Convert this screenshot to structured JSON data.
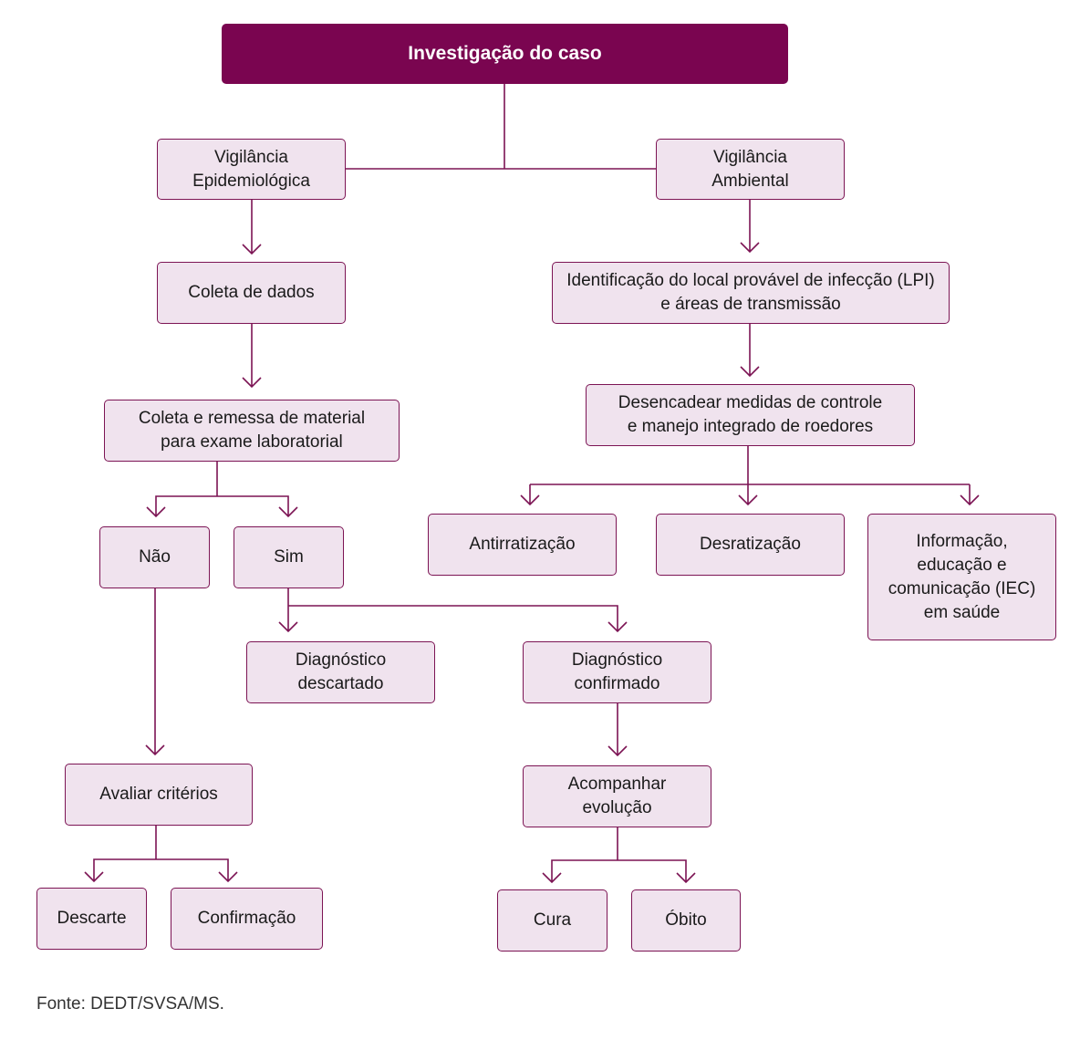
{
  "colors": {
    "root_fill": "#7a0550",
    "node_fill": "#f0e3ee",
    "node_border": "#7c1454",
    "line": "#7c1454"
  },
  "nodes": {
    "investigacao": "Investigação do caso",
    "vig_epi": "Vigilância\nEpidemiológica",
    "vig_amb": "Vigilância\nAmbiental",
    "coleta_dados": "Coleta de dados",
    "coleta_remessa": "Coleta e remessa de material\npara exame laboratorial",
    "nao": "Não",
    "sim": "Sim",
    "diag_desc": "Diagnóstico\ndescartado",
    "diag_conf": "Diagnóstico\nconfirmado",
    "avaliar": "Avaliar critérios",
    "descarte": "Descarte",
    "confirmacao": "Confirmação",
    "acompanhar": "Acompanhar\nevolução",
    "cura": "Cura",
    "obito": "Óbito",
    "lpi": "Identificação do local provável de infecção (LPI)\ne áreas de transmissão",
    "medidas": "Desencadear medidas de controle\ne manejo integrado de roedores",
    "antirratizacao": "Antirratização",
    "desratizacao": "Desratização",
    "iec": "Informação,\neducação e\ncomunicação (IEC)\nem saúde"
  },
  "source": "Fonte: DEDT/SVSA/MS."
}
